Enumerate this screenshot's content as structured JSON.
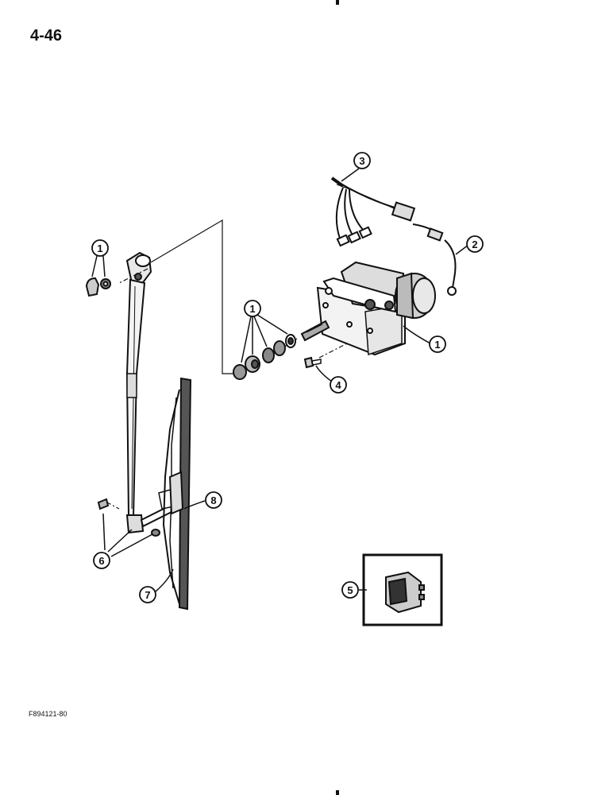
{
  "page": {
    "page_number": "4-46",
    "figure_id": "F894121-80"
  },
  "callouts": {
    "c1_left": "1",
    "c1_mid": "1",
    "c1_right": "1",
    "c2": "2",
    "c3": "3",
    "c4": "4",
    "c5": "5",
    "c6": "6",
    "c7": "7",
    "c8": "8"
  }
}
